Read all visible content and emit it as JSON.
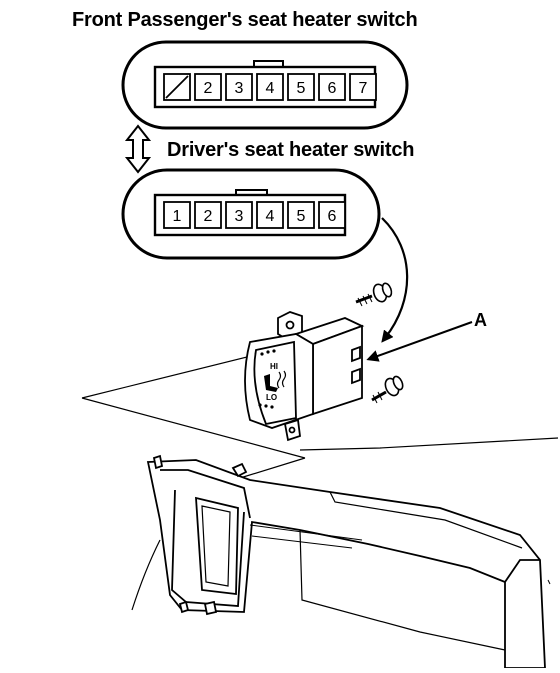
{
  "titles": {
    "front_passenger": "Front Passenger's seat heater switch",
    "driver": "Driver's seat heater switch"
  },
  "callout": {
    "label": "A"
  },
  "connectors": {
    "front_passenger": {
      "pins": [
        "",
        "2",
        "3",
        "4",
        "5",
        "6",
        "7"
      ]
    },
    "driver": {
      "pins": [
        "1",
        "2",
        "3",
        "4",
        "5",
        "6"
      ]
    }
  },
  "switch": {
    "top_label": "HI",
    "bottom_label": "LO"
  }
}
